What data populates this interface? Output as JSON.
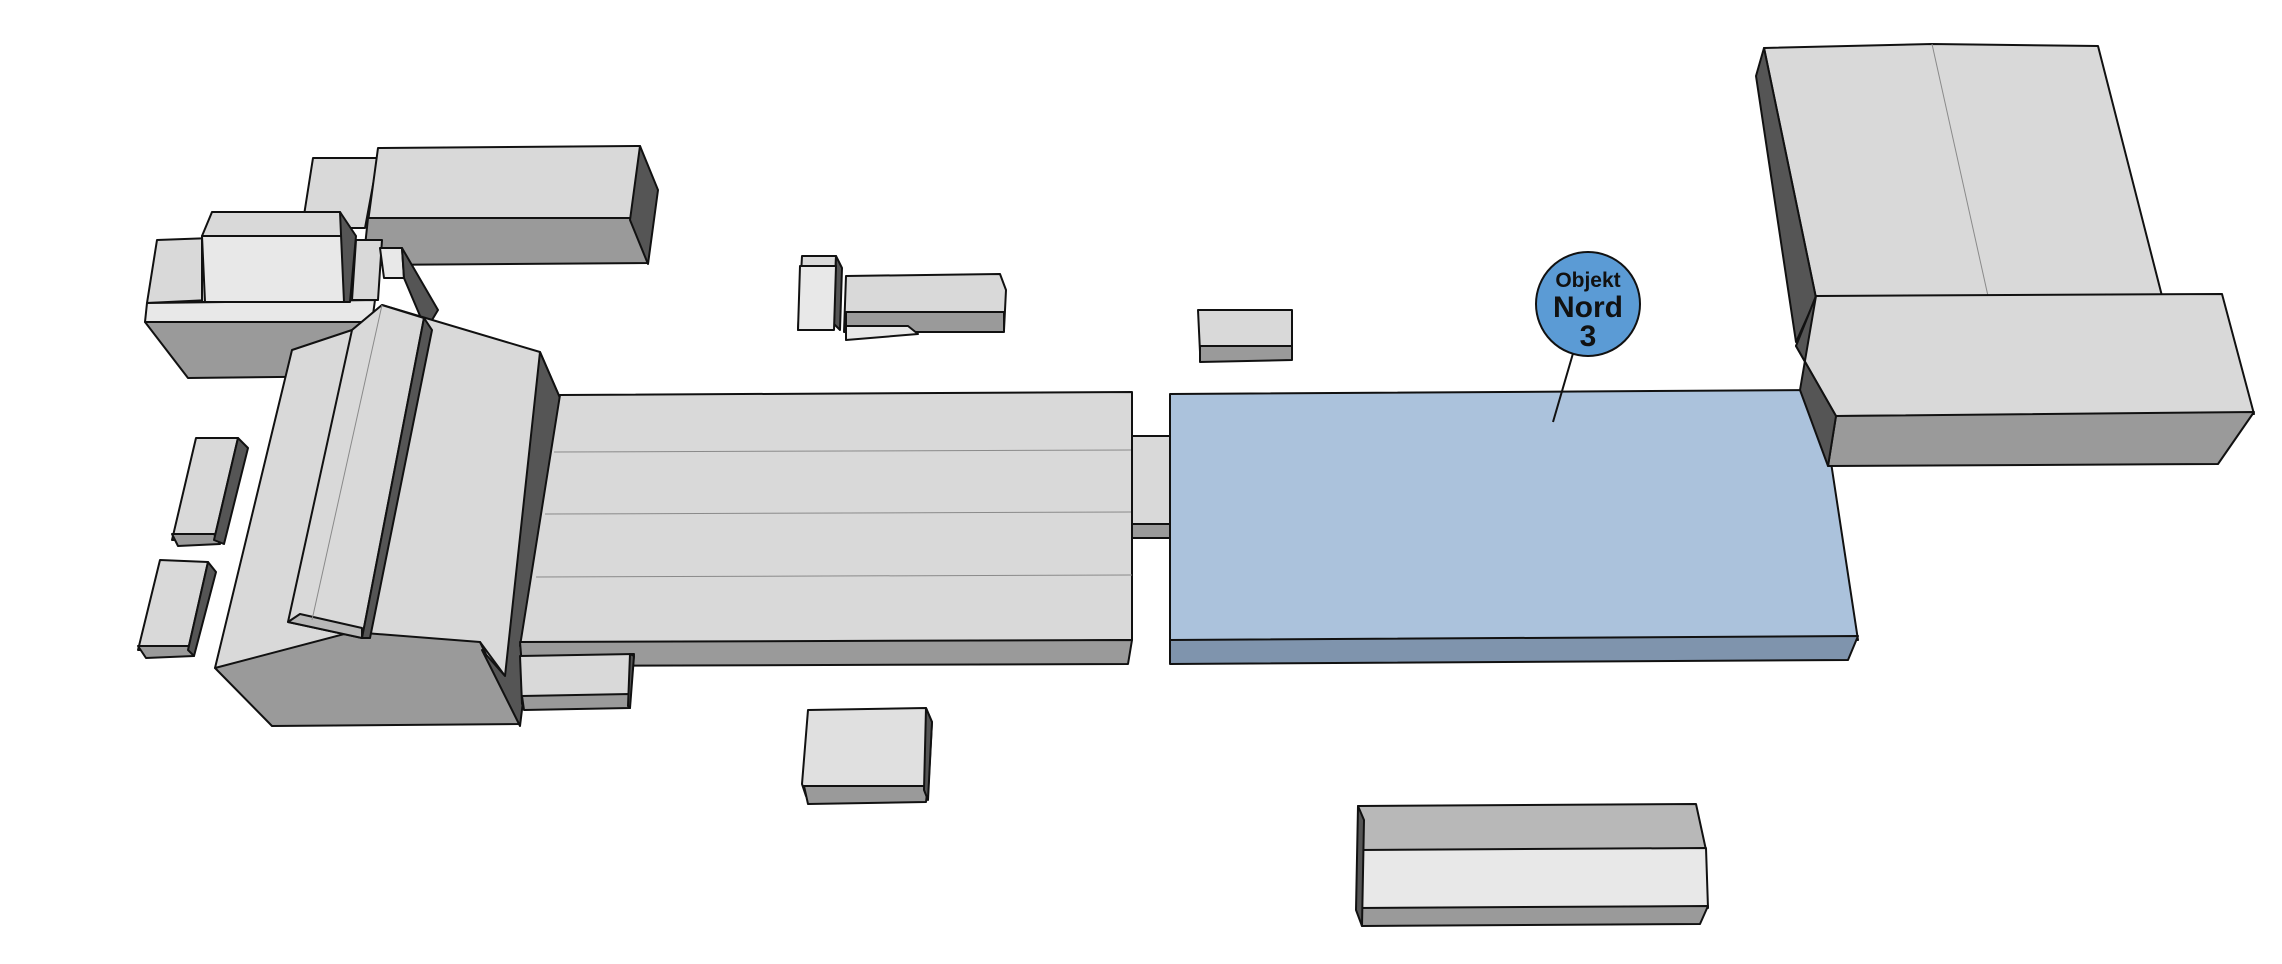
{
  "colors": {
    "roof_light": "#d9d9d9",
    "roof_lighter": "#e8e8e8",
    "wall_mid": "#9a9a9a",
    "wall_dark": "#555555",
    "highlight_roof": "#abc2dc",
    "highlight_wall": "#7f94ad",
    "label_fill": "#5b9bd5",
    "outline": "#111111"
  },
  "highlight": {
    "line1": "Objekt",
    "line2": "Nord",
    "line3": "3"
  }
}
